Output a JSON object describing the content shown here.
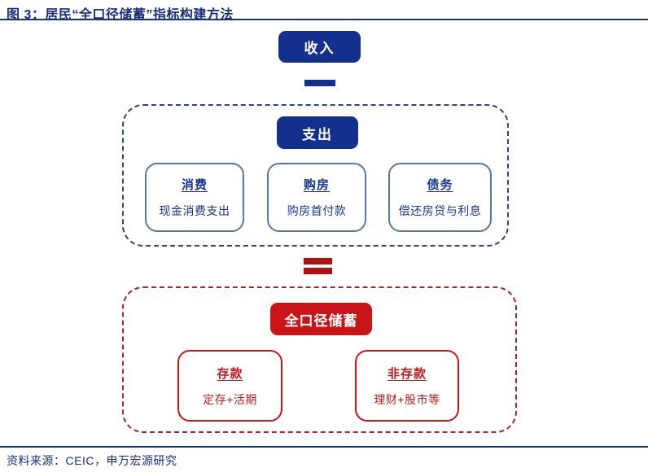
{
  "header": {
    "title": "图 3：居民“全口径储蓄”指标构建方法"
  },
  "flow": {
    "income_label": "收入",
    "operators": {
      "minus_icon": "−",
      "equals_icon": "="
    },
    "expense_group": {
      "header_label": "支出",
      "items": [
        {
          "title": "消费",
          "desc": "现金消费支出"
        },
        {
          "title": "购房",
          "desc": "购房首付款"
        },
        {
          "title": "债务",
          "desc": "偿还房贷与利息"
        }
      ]
    },
    "savings_group": {
      "header_label": "全口径储蓄",
      "items": [
        {
          "title": "存款",
          "desc": "定存+活期"
        },
        {
          "title": "非存款",
          "desc": "理财+股市等"
        }
      ]
    }
  },
  "footer": {
    "source": "资料来源：CEIC，申万宏源研究"
  },
  "colors": {
    "navy_fill": "#12308c",
    "navy_text": "#182d7c",
    "blue_item_border": "#5878a2",
    "blue_dashed_border": "#2f4383",
    "red_fill": "#c91518",
    "red_equals": "#b50f0f",
    "red_dashed_border": "#a8262b",
    "red_item": "#c2181d",
    "rule": "#16338f",
    "background": "#ffffff"
  }
}
